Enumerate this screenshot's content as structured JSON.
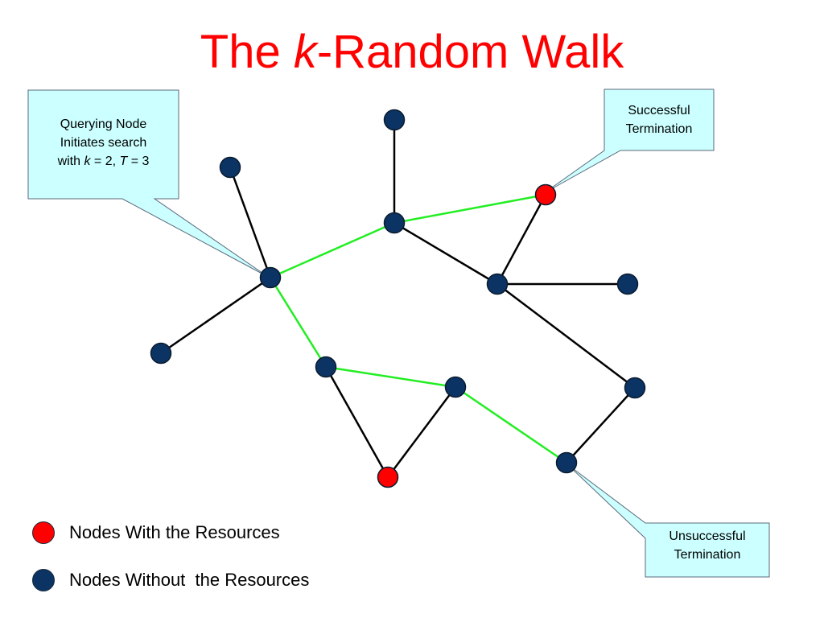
{
  "title": {
    "prefix": "The ",
    "k": "k",
    "suffix": "-Random Walk"
  },
  "colors": {
    "title": "#ff0000",
    "node_with_resource": "#ff0000",
    "node_without_resource": "#0b3364",
    "walk_edge": "#22ee22",
    "normal_edge": "#000000",
    "callout_fill": "#ccffff"
  },
  "callouts": {
    "query": {
      "line1": "Querying Node",
      "line2": "Initiates search",
      "line3_prefix": "with ",
      "k_var": "k",
      "k_eq": " = 2, ",
      "t_var": "T",
      "t_eq": " = 3"
    },
    "success": {
      "line1": "Successful",
      "line2": "Termination"
    },
    "fail": {
      "line1": "Unsuccessful",
      "line2": "Termination"
    }
  },
  "legend": [
    {
      "label": "Nodes With the Resources",
      "kind": "with"
    },
    {
      "label": "Nodes Without  the Resources",
      "kind": "without"
    }
  ]
}
